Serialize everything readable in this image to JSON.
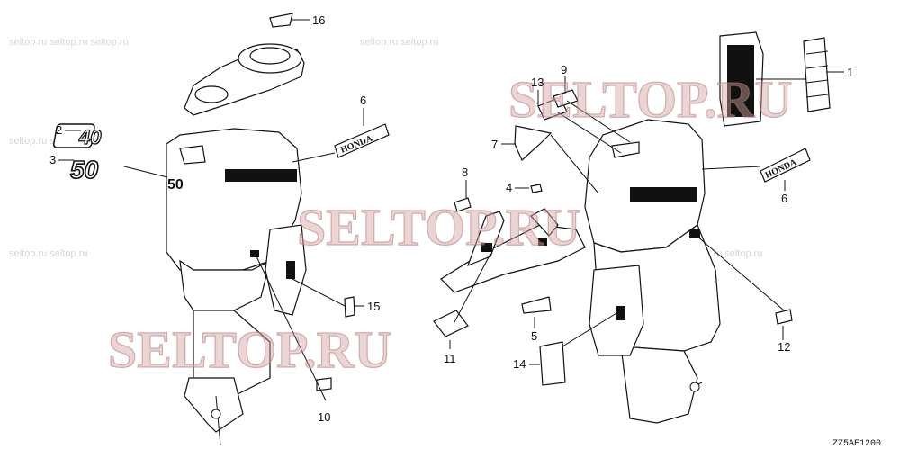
{
  "callouts": [
    {
      "id": "c1",
      "label": "1"
    },
    {
      "id": "c2",
      "label": "2"
    },
    {
      "id": "c3",
      "label": "3"
    },
    {
      "id": "c4",
      "label": "4"
    },
    {
      "id": "c5",
      "label": "5"
    },
    {
      "id": "c6a",
      "label": "6"
    },
    {
      "id": "c6b",
      "label": "6"
    },
    {
      "id": "c7",
      "label": "7"
    },
    {
      "id": "c8",
      "label": "8"
    },
    {
      "id": "c9",
      "label": "9"
    },
    {
      "id": "c10",
      "label": "10"
    },
    {
      "id": "c11",
      "label": "11"
    },
    {
      "id": "c12",
      "label": "12"
    },
    {
      "id": "c13",
      "label": "13"
    },
    {
      "id": "c14",
      "label": "14"
    },
    {
      "id": "c15",
      "label": "15"
    },
    {
      "id": "c16",
      "label": "16"
    }
  ],
  "badges": {
    "forty": "40",
    "fifty": "50",
    "cowl_number": "50",
    "honda_logo": "HONDA"
  },
  "watermarks": {
    "main": "SELTOP.RU"
  },
  "drawing_code": "ZZ5AE1200"
}
